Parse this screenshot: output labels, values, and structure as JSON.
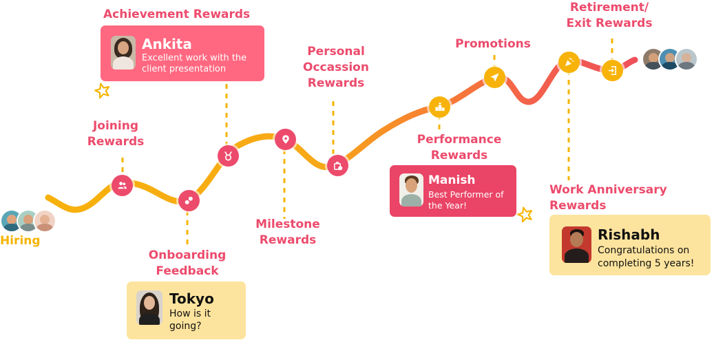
{
  "stages": {
    "achievement": [
      "Achievement Rewards"
    ],
    "joining": [
      "Joining",
      "Rewards"
    ],
    "onboarding": [
      "Onboarding",
      "Feedback"
    ],
    "milestone": [
      "Milestone",
      "Rewards"
    ],
    "personal": [
      "Personal",
      "Occassion",
      "Rewards"
    ],
    "performance": [
      "Performance",
      "Rewards"
    ],
    "promotions": [
      "Promotions"
    ],
    "work_anniversary": [
      "Work Anniversary",
      "Rewards"
    ],
    "retirement": [
      "Retirement/",
      "Exit Rewards"
    ],
    "hiring": [
      "Hiring"
    ]
  },
  "cards": {
    "ankita": {
      "name": "Ankita",
      "message": "Excellent work with the client presentation"
    },
    "tokyo": {
      "name": "Tokyo",
      "message": "How is it going?"
    },
    "manish": {
      "name": "Manish",
      "message": "Best Performer of the Year!"
    },
    "rishabh": {
      "name": "Rishabh",
      "message": "Congratulations on completing 5 years!"
    }
  },
  "icons": {
    "joining": "people-icon",
    "onboarding": "chat-bubbles-icon",
    "achievement": "medal-icon",
    "milestone": "map-pin-icon",
    "personal": "gift-bag-icon",
    "performance": "podium-icon",
    "promotions": "paper-plane-icon",
    "work_anniversary": "party-popper-icon",
    "retirement": "exit-door-icon"
  },
  "colors": {
    "yellow": "#f5b400",
    "orange": "#f7852d",
    "pink": "#ec4b6c",
    "card_pink": "#ff6880",
    "card_red": "#ea4466",
    "card_cream": "#fde49e"
  }
}
